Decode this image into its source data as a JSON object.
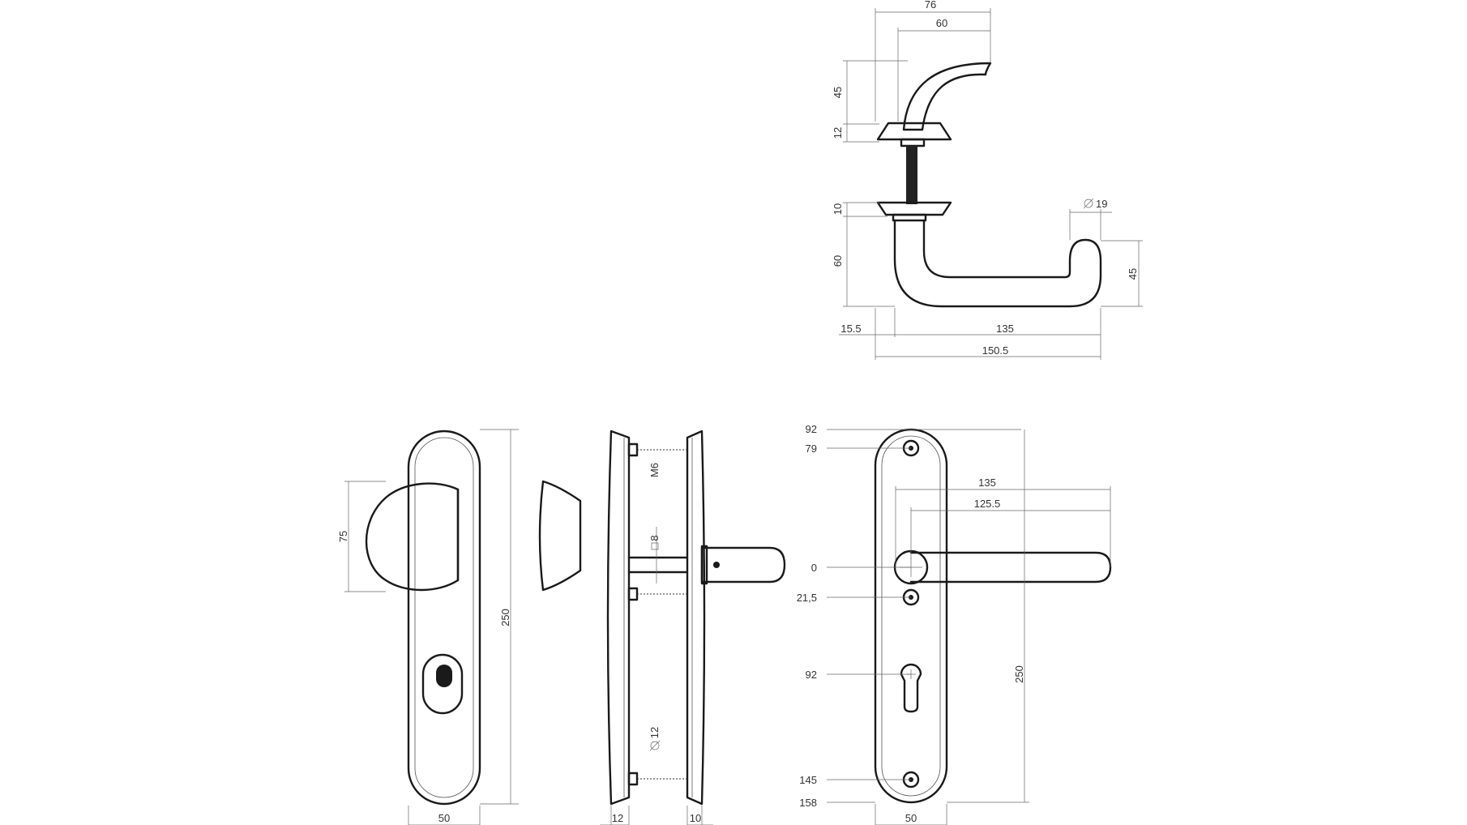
{
  "drawing": {
    "top_view": {
      "dim_76": "76",
      "dim_60_top": "60",
      "dim_45_left": "45",
      "dim_12": "12",
      "dim_10": "10",
      "dim_60_left": "60",
      "dim_dia_19": "19",
      "dim_45_right": "45",
      "dim_15_5": "15.5",
      "dim_135": "135",
      "dim_150_5": "150.5"
    },
    "knob_view": {
      "dim_75": "75",
      "dim_250": "250",
      "dim_50": "50"
    },
    "side_view": {
      "label_m6": "M6",
      "label_sq8": "8",
      "label_dia12": "12",
      "dim_12": "12",
      "dim_10": "10"
    },
    "lever_view": {
      "dim_92_top": "92",
      "dim_79": "79",
      "dim_0": "0",
      "dim_21_5": "21,5",
      "dim_92": "92",
      "dim_145": "145",
      "dim_158": "158",
      "dim_135": "135",
      "dim_125_5": "125.5",
      "dim_250": "250",
      "dim_50": "50"
    }
  }
}
